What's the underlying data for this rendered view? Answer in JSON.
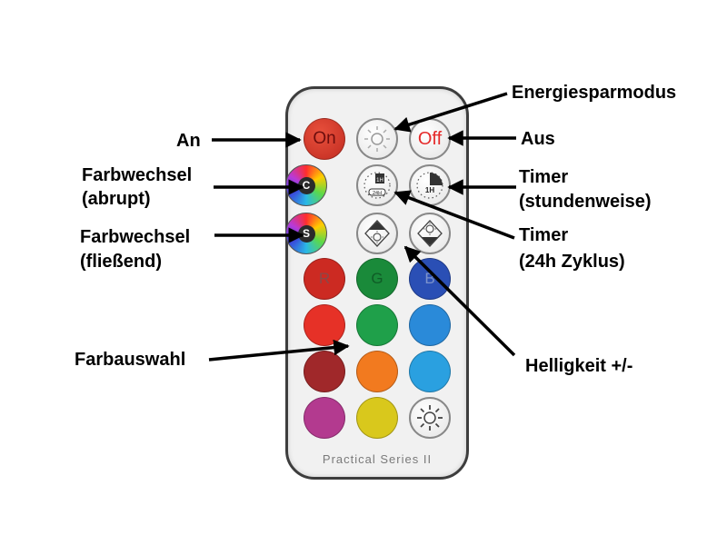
{
  "remote": {
    "brand": "Practical Series II",
    "buttons": {
      "on": "On",
      "off": "Off",
      "color_change_abrupt": "C",
      "color_change_smooth": "S",
      "timer_hour_label": "1H",
      "timer_24h_label": "24H",
      "red": "R",
      "green": "G",
      "blue": "B"
    },
    "colors": {
      "red_btn": "#cc2a22",
      "green_btn": "#1a8a3a",
      "blue_btn": "#2a4fb5",
      "row4": [
        "#e63127",
        "#1fa04a",
        "#2a8ad9"
      ],
      "row5": [
        "#a0282a",
        "#f27a1f",
        "#2aa0e0"
      ],
      "row6": [
        "#b33a8f",
        "#d9c81c",
        "#ffffff"
      ]
    }
  },
  "labels": {
    "an": "An",
    "energiesparmodus": "Energiesparmodus",
    "aus": "Aus",
    "farbwechsel_abrupt": [
      "Farbwechsel",
      "(abrupt)"
    ],
    "timer_stunden": [
      "Timer",
      "(stundenweise)"
    ],
    "farbwechsel_fliessend": [
      "Farbwechsel",
      "(fließend)"
    ],
    "timer_24h": [
      "Timer",
      "(24h Zyklus)"
    ],
    "farbauswahl": "Farbauswahl",
    "helligkeit": "Helligkeit +/-"
  }
}
